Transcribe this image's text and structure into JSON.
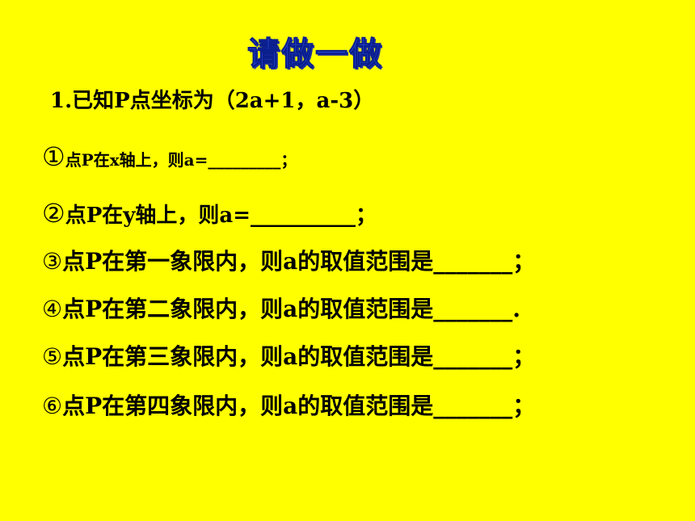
{
  "slide": {
    "title": "请做一做",
    "problem": "1.已知P点坐标为（2a+1，a-3）",
    "questions": [
      {
        "num": "①",
        "text": "点P在x轴上，则a=_________；"
      },
      {
        "num": "②",
        "text": "点P在y轴上，则a=__________；"
      },
      {
        "num": "③",
        "text": "点P在第一象限内，则a的取值范围是_______；"
      },
      {
        "num": "④",
        "text": "点P在第二象限内，则a的取值范围是_______."
      },
      {
        "num": "⑤",
        "text": "点P在第三象限内，则a的取值范围是_______；"
      },
      {
        "num": "⑥",
        "text": "点P在第四象限内，则a的取值范围是_______；"
      }
    ]
  }
}
